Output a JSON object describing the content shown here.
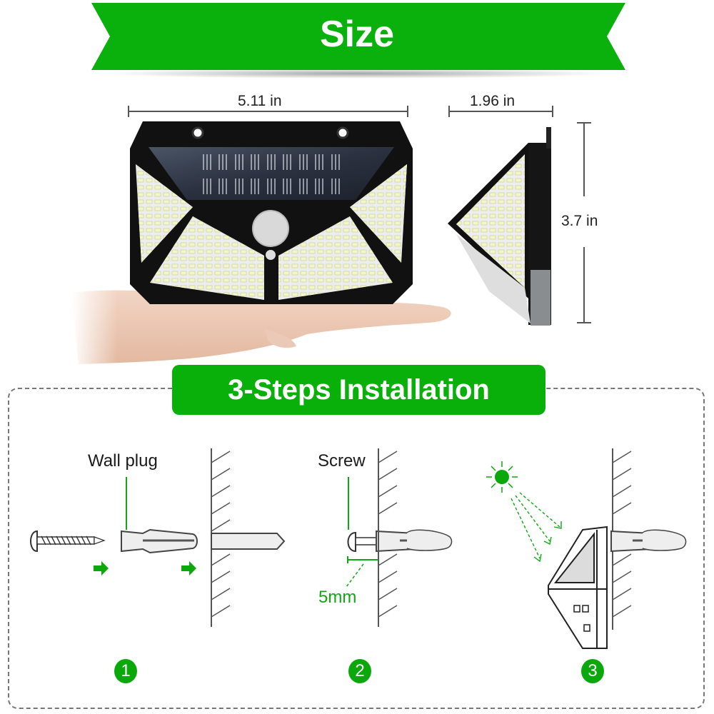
{
  "size_banner": {
    "title": "Size",
    "color": "#0ab00b"
  },
  "product_front": {
    "width_label": "5.11 in",
    "description": "Solar LED wall light front view held on palm, with solar panel, PIR motion sensor and four LED panels"
  },
  "product_side": {
    "depth_label": "1.96 in",
    "height_label": "3.7 in",
    "description": "Side view of solar LED wall light"
  },
  "installation": {
    "title": "3-Steps Installation",
    "accent_color": "#09b00a",
    "steps": [
      {
        "number": "1",
        "callout": "Wall plug",
        "description": "Insert wall plug into drilled hole"
      },
      {
        "number": "2",
        "callout": "Screw",
        "gap_label": "5mm",
        "description": "Drive screw leaving 5mm gap"
      },
      {
        "number": "3",
        "description": "Hang light on screw facing sunlight"
      }
    ]
  }
}
